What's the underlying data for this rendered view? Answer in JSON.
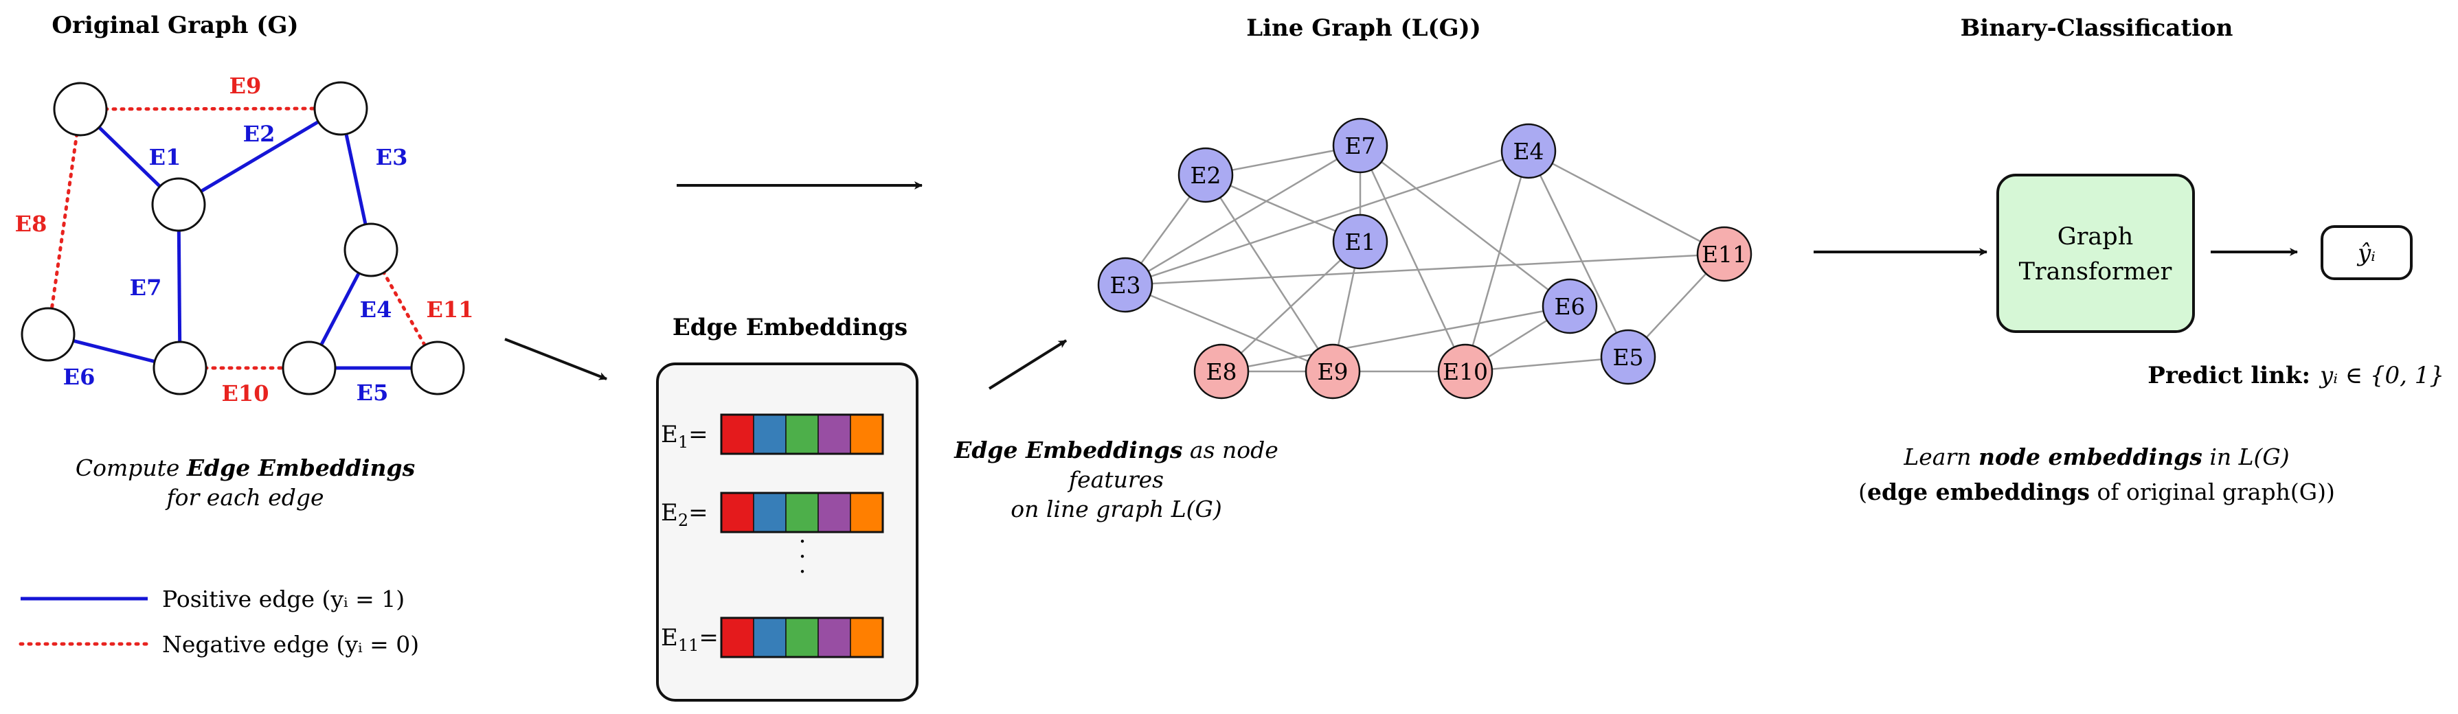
{
  "panels": {
    "original": {
      "title": "Original Graph (G)",
      "caption_pre": "Compute ",
      "caption_bold": "Edge Embeddings",
      "caption_line2": "for each edge"
    },
    "embeddings": {
      "title": "Edge Embeddings",
      "caption_bold": "Edge Embeddings",
      "caption_rest": " as node",
      "caption_line2": "features",
      "caption_line3": "on line graph L(G)"
    },
    "line_graph": {
      "title": "Line Graph (L(G))"
    },
    "classification": {
      "title": "Binary-Classification",
      "box_line1": "Graph",
      "box_line2": "Transformer",
      "output": "ŷᵢ",
      "predict_label": "Predict link:",
      "predict_value": "yᵢ ∈ {0, 1}",
      "learn_pre": "Learn ",
      "learn_bold": "node embeddings",
      "learn_post": " in L(G)",
      "learn2_pre": "(",
      "learn2_bold": "edge embeddings",
      "learn2_post": " of original graph(G))"
    }
  },
  "legend": {
    "positive": "Positive edge (yᵢ = 1)",
    "negative": "Negative edge (yᵢ = 0)"
  },
  "original_graph": {
    "edges": [
      {
        "label": "E1",
        "type": "positive"
      },
      {
        "label": "E2",
        "type": "positive"
      },
      {
        "label": "E3",
        "type": "positive"
      },
      {
        "label": "E4",
        "type": "positive"
      },
      {
        "label": "E5",
        "type": "positive"
      },
      {
        "label": "E6",
        "type": "positive"
      },
      {
        "label": "E7",
        "type": "positive"
      },
      {
        "label": "E8",
        "type": "negative"
      },
      {
        "label": "E9",
        "type": "negative"
      },
      {
        "label": "E10",
        "type": "negative"
      },
      {
        "label": "E11",
        "type": "negative"
      }
    ]
  },
  "embedding_rows": [
    {
      "label": "E",
      "sub": "1",
      "eq": "="
    },
    {
      "label": "E",
      "sub": "2",
      "eq": "="
    },
    {
      "label": "E",
      "sub": "11",
      "eq": "="
    }
  ],
  "embedding_colors": [
    "#e41a1c",
    "#377eb8",
    "#4daf4a",
    "#984ea3",
    "#ff7f00"
  ],
  "line_graph_nodes": [
    {
      "label": "E1",
      "type": "positive"
    },
    {
      "label": "E2",
      "type": "positive"
    },
    {
      "label": "E3",
      "type": "positive"
    },
    {
      "label": "E4",
      "type": "positive"
    },
    {
      "label": "E5",
      "type": "positive"
    },
    {
      "label": "E6",
      "type": "positive"
    },
    {
      "label": "E7",
      "type": "positive"
    },
    {
      "label": "E8",
      "type": "negative"
    },
    {
      "label": "E9",
      "type": "negative"
    },
    {
      "label": "E10",
      "type": "negative"
    },
    {
      "label": "E11",
      "type": "negative"
    }
  ],
  "colors": {
    "positive_edge": "#1515d6",
    "negative_edge": "#e8231f",
    "positive_node": "#aaaaf2",
    "negative_node": "#f6aeae",
    "transformer_fill": "#d6f7d6",
    "embedding_panel_fill": "#f6f6f6"
  }
}
